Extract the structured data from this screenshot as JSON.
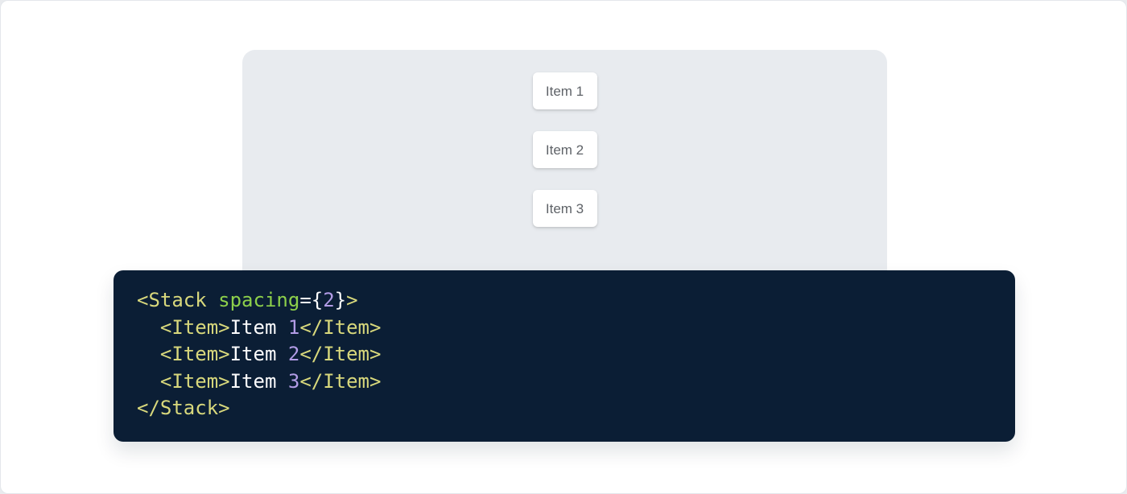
{
  "colors": {
    "page_bg": "#e9ebee",
    "card_bg": "#ffffff",
    "card_border": "#e4e7eb",
    "panel_bg": "#e8ebef",
    "item_bg": "#ffffff",
    "item_text": "#5f6368",
    "code_bg": "#0b1e35",
    "tok_tag": "#d8d87c",
    "tok_attr": "#8dd04b",
    "tok_number": "#b29ce6",
    "tok_plain": "#fbfbfc"
  },
  "demo_panel": {
    "items": [
      {
        "label": "Item 1"
      },
      {
        "label": "Item 2"
      },
      {
        "label": "Item 3"
      }
    ]
  },
  "code_block": {
    "language": "jsx",
    "source": "<Stack spacing={2}>\n  <Item>Item 1</Item>\n  <Item>Item 2</Item>\n  <Item>Item 3</Item>\n</Stack>",
    "lines": [
      {
        "tokens": [
          [
            "tag",
            "<Stack "
          ],
          [
            "attr",
            "spacing"
          ],
          [
            "plain",
            "="
          ],
          [
            "plain",
            "{"
          ],
          [
            "number",
            "2"
          ],
          [
            "plain",
            "}"
          ],
          [
            "tag",
            ">"
          ]
        ]
      },
      {
        "tokens": [
          [
            "plain",
            "  "
          ],
          [
            "tag",
            "<Item>"
          ],
          [
            "plain",
            "Item "
          ],
          [
            "number",
            "1"
          ],
          [
            "tag",
            "</Item>"
          ]
        ]
      },
      {
        "tokens": [
          [
            "plain",
            "  "
          ],
          [
            "tag",
            "<Item>"
          ],
          [
            "plain",
            "Item "
          ],
          [
            "number",
            "2"
          ],
          [
            "tag",
            "</Item>"
          ]
        ]
      },
      {
        "tokens": [
          [
            "plain",
            "  "
          ],
          [
            "tag",
            "<Item>"
          ],
          [
            "plain",
            "Item "
          ],
          [
            "number",
            "3"
          ],
          [
            "tag",
            "</Item>"
          ]
        ]
      },
      {
        "tokens": [
          [
            "tag",
            "</Stack>"
          ]
        ]
      }
    ]
  }
}
